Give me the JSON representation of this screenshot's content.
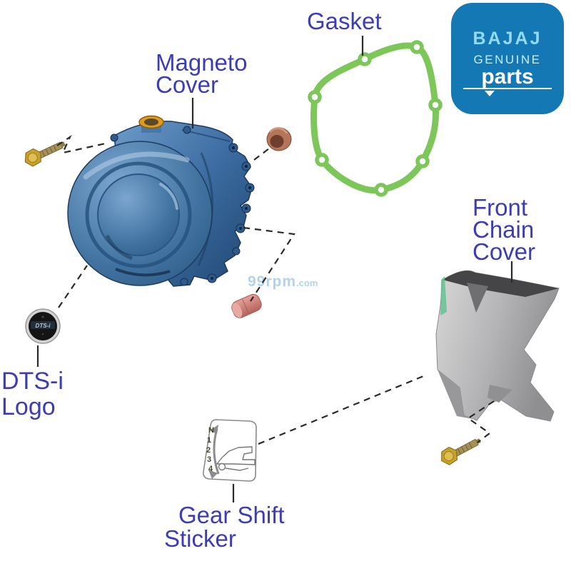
{
  "page": {
    "background": "#ffffff"
  },
  "watermark": {
    "main": "99rpm",
    "suffix": ".com",
    "color": "#b3d4e8"
  },
  "brand_badge": {
    "name": "BAJAJ",
    "genuine": "GENUINE",
    "parts": "parts",
    "bg_color": "#1478b4",
    "brand_text_color": "#92dbf0",
    "parts_text_color": "#ffffff"
  },
  "labels": {
    "color": "#3c3db4",
    "gasket": {
      "line1": "Gasket"
    },
    "magneto": {
      "line1": "Magneto",
      "line2": "Cover"
    },
    "front_chain": {
      "line1": "Front",
      "line2": "Chain",
      "line3": "Cover"
    },
    "dtsi": {
      "line1": "DTS-i",
      "line2": "Logo"
    },
    "gear_shift": {
      "line1": "Gear Shift",
      "line2": "Sticker"
    }
  },
  "dtsi_badge": {
    "text": "DTS-i"
  },
  "gear_sticker": {
    "positions": [
      "N",
      "1",
      "2",
      "3",
      "4"
    ]
  },
  "part_colors": {
    "gasket_green": "#7cc65a",
    "magneto_cover_blue": "#3f6fa3",
    "chain_cover_silver": "#b4b4b6",
    "bolt_gold": "#c8a12c",
    "bushing_copper": "#b5755a",
    "dowel_pink": "#d98c86",
    "dtsi_badge_black": "#141414"
  }
}
